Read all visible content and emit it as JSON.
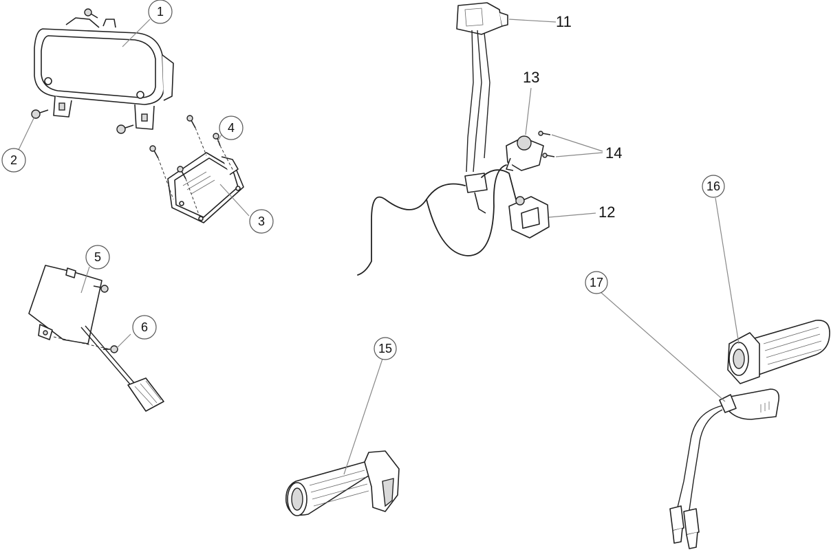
{
  "callouts": {
    "c1": "1",
    "c2": "2",
    "c3": "3",
    "c4": "4",
    "c5": "5",
    "c6": "6",
    "c11": "11",
    "c12": "12",
    "c13": "13",
    "c14": "14",
    "c15": "15",
    "c16": "16",
    "c17": "17"
  }
}
